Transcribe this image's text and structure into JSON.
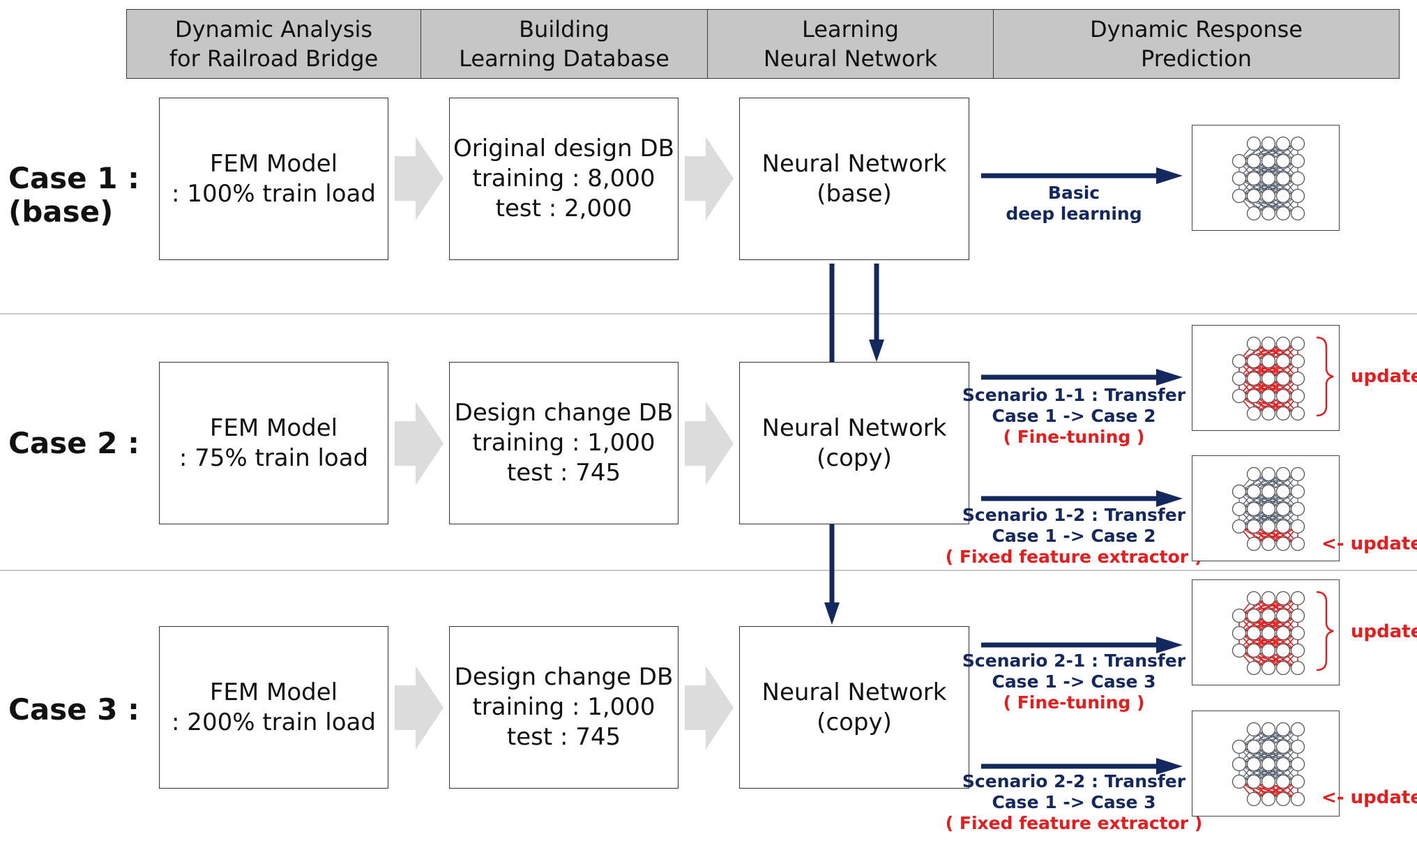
{
  "header": {
    "col1": [
      "Dynamic Analysis",
      "for Railroad Bridge"
    ],
    "col2": [
      "Building",
      "Learning Database"
    ],
    "col3": [
      "Learning",
      "Neural Network"
    ],
    "col4": [
      "Dynamic Response",
      "Prediction"
    ]
  },
  "cases": [
    {
      "label": [
        "Case 1 :",
        "(base)"
      ],
      "fem": [
        "FEM Model",
        ": 100% train load"
      ],
      "db": [
        "Original design DB",
        "training : 8,000",
        "test : 2,000"
      ],
      "nn": [
        "Neural Network",
        "(base)"
      ]
    },
    {
      "label": [
        "Case 2 :"
      ],
      "fem": [
        "FEM Model",
        ": 75% train load"
      ],
      "db": [
        "Design change DB",
        "training : 1,000",
        "test : 745"
      ],
      "nn": [
        "Neural Network",
        "(copy)"
      ]
    },
    {
      "label": [
        "Case 3 :"
      ],
      "fem": [
        "FEM Model",
        ": 200% train load"
      ],
      "db": [
        "Design change DB",
        "training : 1,000",
        "test : 745"
      ],
      "nn": [
        "Neural Network",
        "(copy)"
      ]
    }
  ],
  "basic": [
    "Basic",
    "deep learning"
  ],
  "scenarios": [
    {
      "line1": "Scenario 1-1 : Transfer",
      "line2": "Case 1 -> Case 2",
      "method": "( Fine-tuning )",
      "update": "update",
      "mode": "fine-tuning"
    },
    {
      "line1": "Scenario 1-2 : Transfer",
      "line2": "Case 1 -> Case 2",
      "method": "( Fixed feature extractor )",
      "update": "update",
      "mode": "fixed"
    },
    {
      "line1": "Scenario 2-1 : Transfer",
      "line2": "Case 1 -> Case 3",
      "method": "( Fine-tuning )",
      "update": "update",
      "mode": "fine-tuning"
    },
    {
      "line1": "Scenario 2-2 : Transfer",
      "line2": "Case 1 -> Case 3",
      "method": "( Fixed feature extractor )",
      "update": "update",
      "mode": "fixed"
    }
  ],
  "colors": {
    "navy": "#13285e",
    "red": "#e81c1c",
    "header_bg": "#c6c6c6",
    "gray_arrow": "#dcdcdc",
    "network_gray": "#4d5a6e"
  }
}
